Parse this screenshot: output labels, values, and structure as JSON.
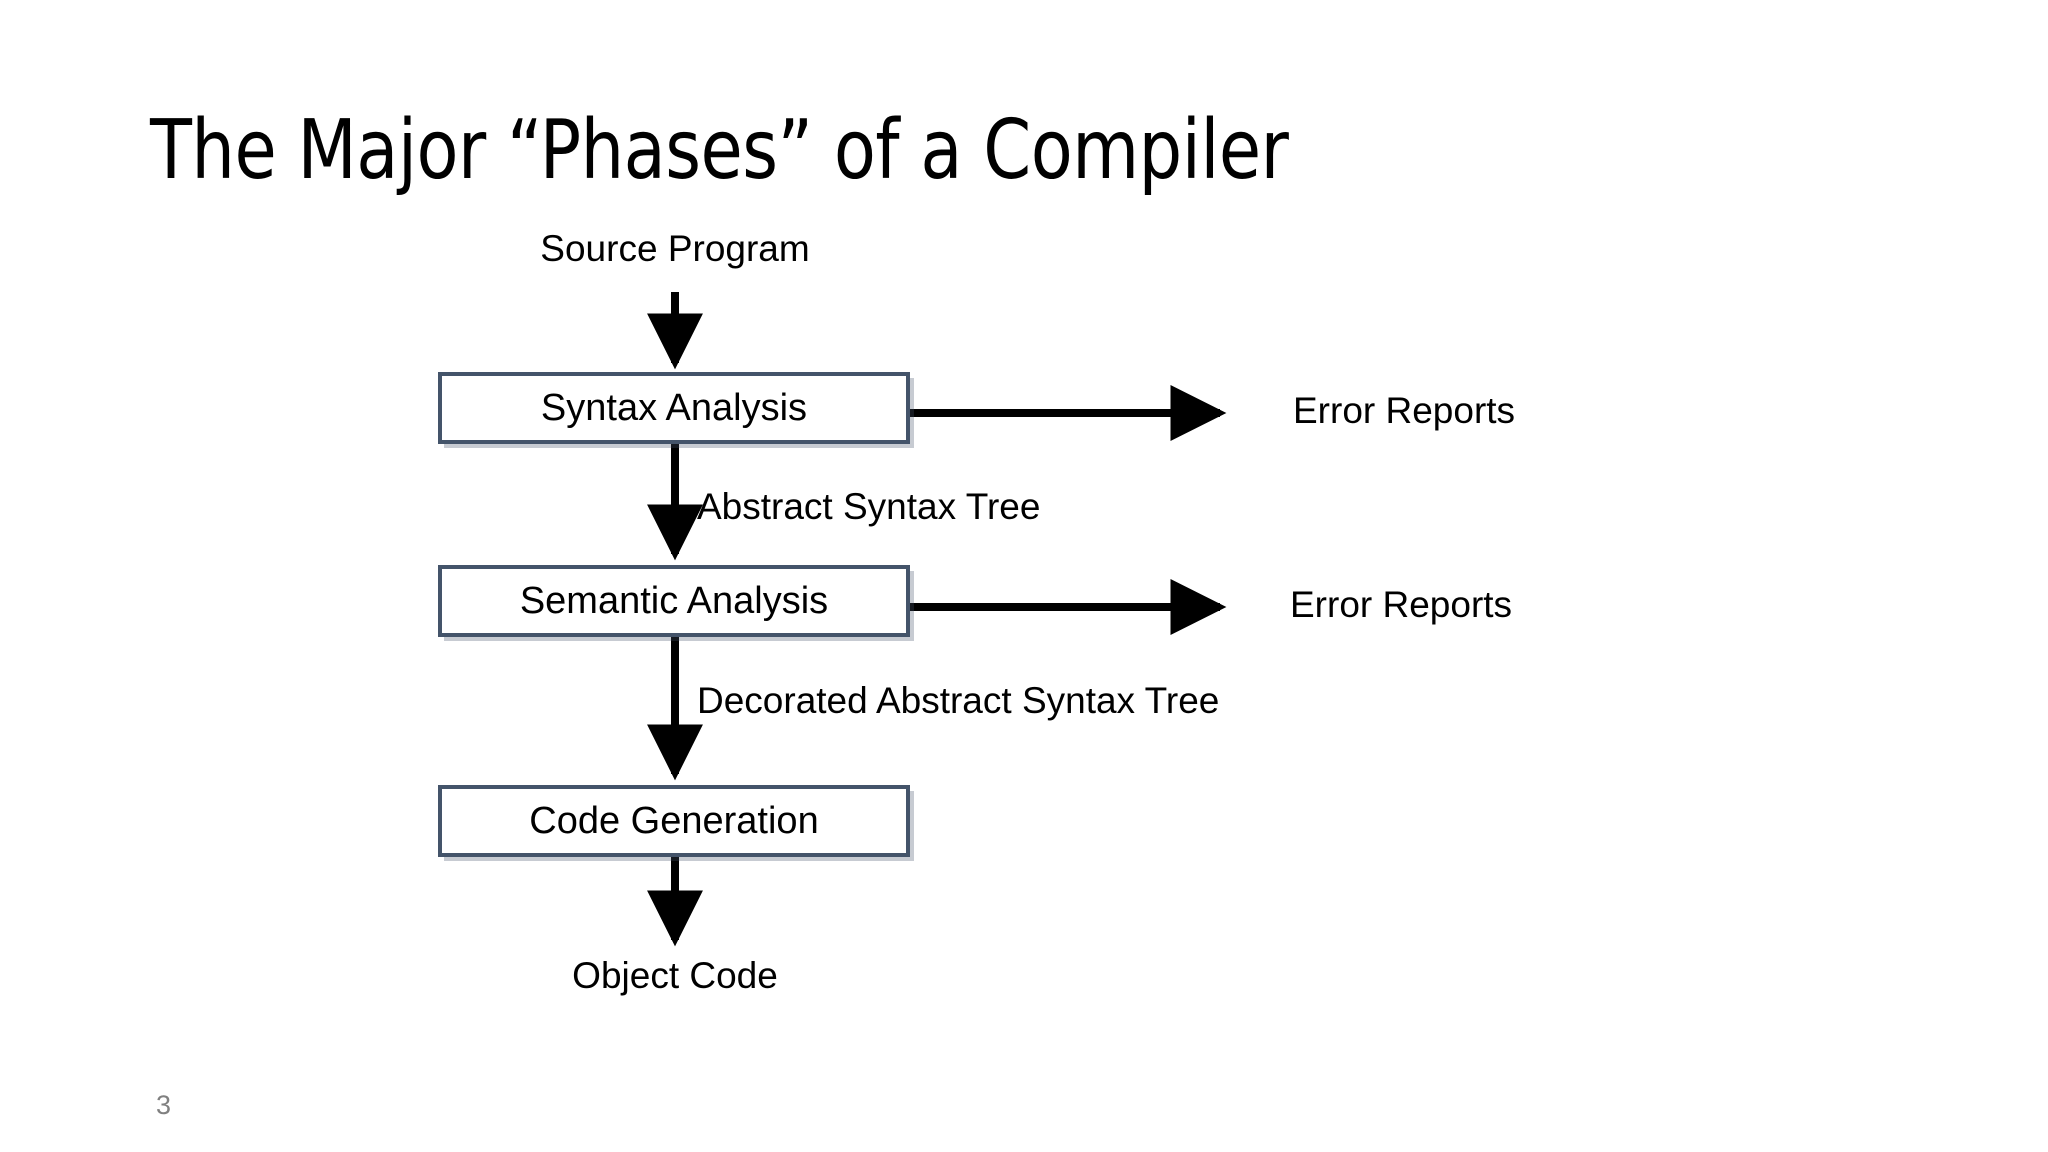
{
  "slide": {
    "title": "The Major “Phases” of a Compiler",
    "number": "3",
    "background_color": "#ffffff",
    "box_border_color": "#44546a",
    "text_color": "#000000",
    "slide_number_color": "#808080"
  },
  "diagram": {
    "type": "flowchart",
    "orientation": "top-to-bottom",
    "input_label": "Source Program",
    "output_label": "Object Code",
    "stages": [
      {
        "id": "syntax-analysis",
        "label": "Syntax Analysis",
        "output_label": "Abstract Syntax Tree",
        "side_output_label": "Error Reports"
      },
      {
        "id": "semantic-analysis",
        "label": "Semantic Analysis",
        "output_label": "Decorated Abstract Syntax Tree",
        "side_output_label": "Error Reports"
      },
      {
        "id": "code-generation",
        "label": "Code Generation",
        "output_label": "",
        "side_output_label": ""
      }
    ],
    "edge_labels": [
      "Abstract Syntax Tree",
      "Decorated Abstract Syntax Tree"
    ],
    "side_outputs": [
      "Error Reports",
      "Error Reports"
    ]
  }
}
